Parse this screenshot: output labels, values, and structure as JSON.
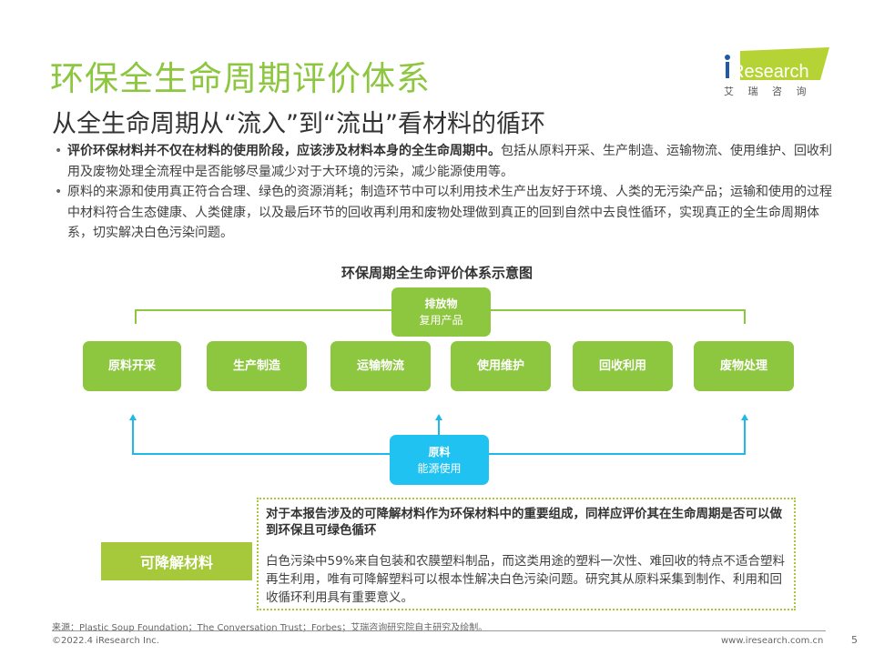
{
  "header": {
    "title": "环保全生命周期评价体系",
    "subtitle": "从全生命周期从“流入”到“流出”看材料的循环"
  },
  "logo": {
    "brand": "iResearch",
    "cn": "艾 瑞 咨 询"
  },
  "bullets": [
    {
      "bold": "评价环保材料并不仅在材料的使用阶段，应该涉及材料本身的全生命周期中。",
      "text": "包括从原料开采、生产制造、运输物流、使用维护、回收利用及废物处理全流程中是否能够尽量减少对于大环境的污染，减少能源使用等。"
    },
    {
      "bold": "",
      "text": "原料的来源和使用真正符合合理、绿色的资源消耗；制造环节中可以利用技术生产出友好于环境、人类的无污染产品；运输和使用的过程中材料符合生态健康、人类健康，以及最后环节的回收再利用和废物处理做到真正的回到自然中去良性循环，实现真正的全生命周期体系，切实解决白色污染问题。"
    }
  ],
  "diagram": {
    "title": "环保周期全生命评价体系示意图",
    "top": {
      "line1": "排放物",
      "line2": "复用产品"
    },
    "stages": [
      "原料开采",
      "生产制造",
      "运输物流",
      "使用维护",
      "回收利用",
      "废物处理"
    ],
    "bottom": {
      "line1": "原料",
      "line2": "能源使用"
    }
  },
  "callout": {
    "label": "可降解材料",
    "head": "对于本报告涉及的可降解材料作为环保材料中的重要组成，同样应评价其在生命周期是否可以做到环保且可绿色循环",
    "body": "白色污染中59%来自包装和农膜塑料制品，而这类用途的塑料一次性、难回收的特点不适合塑料再生利用，唯有可降解塑料可以根本性解决白色污染问题。研究其从原料采集到制作、利用和回收循环利用具有重要意义。"
  },
  "footer": {
    "source": "来源：Plastic Soup Foundation；The Conversation Trust；Forbes；艾瑞咨询研究院自主研究及绘制。",
    "copyright": "©2022.4 iResearch Inc.",
    "website": "www.iresearch.com.cn",
    "page": "5"
  }
}
